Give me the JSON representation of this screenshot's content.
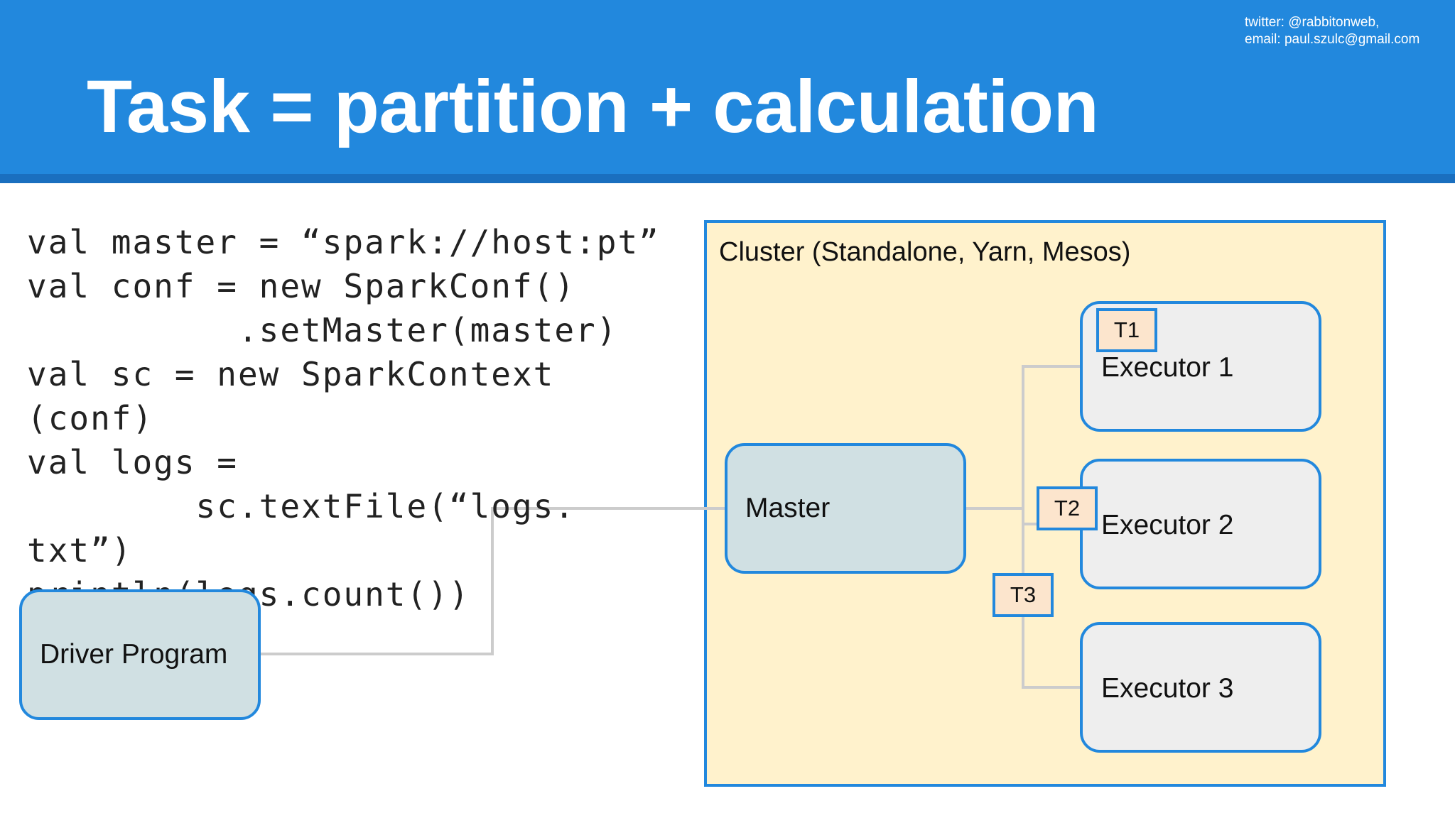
{
  "header": {
    "title": "Task = partition + calculation",
    "contact_line1": "twitter: @rabbitonweb,",
    "contact_line2": "email: paul.szulc@gmail.com"
  },
  "code": {
    "lines": [
      "val master = “spark://host:pt”",
      "val conf = new SparkConf()",
      "          .setMaster(master)",
      "val sc = new SparkContext",
      "(conf)",
      "val logs =",
      "        sc.textFile(“logs.",
      "txt”)",
      "println(logs.count())"
    ]
  },
  "diagram": {
    "cluster_label": "Cluster (Standalone, Yarn, Mesos)",
    "master_label": "Master",
    "driver_label": "Driver Program",
    "executors": [
      "Executor 1",
      "Executor 2",
      "Executor 3"
    ],
    "tasks": [
      "T1",
      "T2",
      "T3"
    ]
  },
  "colors": {
    "header": "#2288dd",
    "cluster_fill": "#fff2cc",
    "node_border": "#2288dd",
    "master_fill": "#d0e0e3",
    "executor_fill": "#eeeeee",
    "task_fill": "#fce5cd",
    "connector": "#cccccc"
  }
}
